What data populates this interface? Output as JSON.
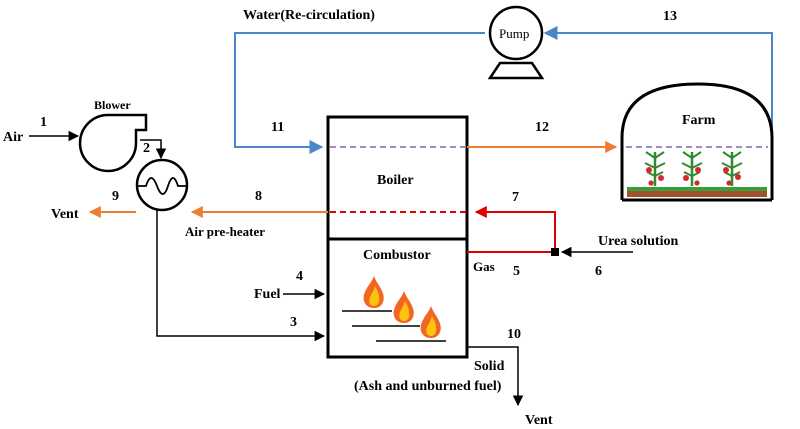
{
  "labels": {
    "water_recirc": "Water(Re-circulation)",
    "pump": "Pump",
    "farm": "Farm",
    "blower": "Blower",
    "air": "Air",
    "vent_left": "Vent",
    "air_preheater": "Air pre-heater",
    "boiler": "Boiler",
    "combustor": "Combustor",
    "fuel": "Fuel",
    "gas": "Gas",
    "urea_solution": "Urea solution",
    "solid": "Solid",
    "ash": "(Ash and unburned fuel)",
    "vent_bottom": "Vent"
  },
  "streams": {
    "s1": "1",
    "s2": "2",
    "s3": "3",
    "s4": "4",
    "s5": "5",
    "s6": "6",
    "s7": "7",
    "s8": "8",
    "s9": "9",
    "s10": "10",
    "s11": "11",
    "s12": "12",
    "s13": "13"
  },
  "colors": {
    "water_line": "#4a86c8",
    "hot_line": "#ed7d31",
    "gas_line": "#e00000",
    "ground": "#a0522d",
    "grass": "#3a9d3a",
    "plant": "#2e8b2e",
    "tomato": "#d62a2a",
    "flame_outer": "#f26522",
    "flame_inner": "#ffc20e"
  }
}
